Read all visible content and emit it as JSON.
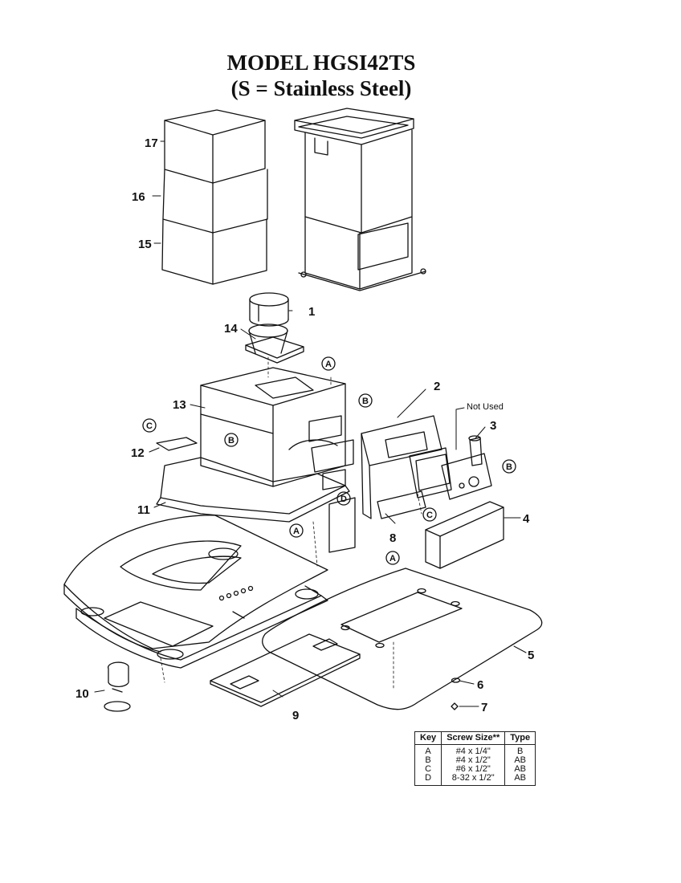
{
  "title": {
    "line1": "MODEL HGSI42TS",
    "line2": "(S = Stainless Steel)"
  },
  "part_labels": {
    "p1": "1",
    "p2": "2",
    "p3": "3",
    "p4": "4",
    "p5": "5",
    "p6": "6",
    "p7": "7",
    "p8": "8",
    "p9": "9",
    "p10": "10",
    "p11": "11",
    "p12": "12",
    "p13": "13",
    "p14": "14",
    "p15": "15",
    "p16": "16",
    "p17": "17"
  },
  "screw_callouts": {
    "a": "A",
    "b": "B",
    "c": "C",
    "d": "D"
  },
  "not_used_label": "Not Used",
  "screw_table": {
    "headers": [
      "Key",
      "Screw Size**",
      "Type"
    ],
    "rows": [
      [
        "A",
        "#4 x 1/4\"",
        "B"
      ],
      [
        "B",
        "#4 x 1/2\"",
        "AB"
      ],
      [
        "C",
        "#6 x 1/2\"",
        "AB"
      ],
      [
        "D",
        "8-32 x 1/2\"",
        "AB"
      ]
    ]
  }
}
